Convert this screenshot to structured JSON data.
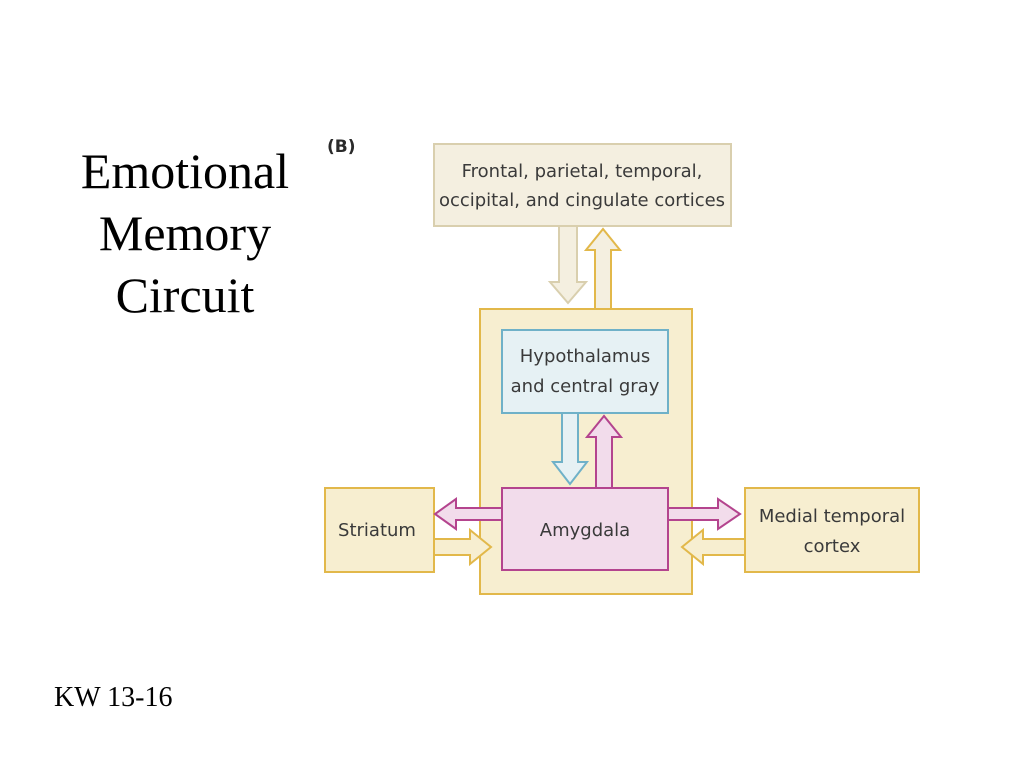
{
  "slide": {
    "title_lines": [
      "Emotional",
      "Memory",
      "Circuit"
    ],
    "panel_label": "(B)",
    "footer": "KW 13-16"
  },
  "diagram": {
    "cortices_line1": "Frontal, parietal, temporal,",
    "cortices_line2": "occipital, and cingulate cortices",
    "hypothalamus_line1": "Hypothalamus",
    "hypothalamus_line2": "and central gray",
    "amygdala": "Amygdala",
    "striatum": "Striatum",
    "medial_line1": "Medial temporal",
    "medial_line2": "cortex"
  },
  "colors": {
    "tan_fill": "#f7eed0",
    "tan_stroke": "#e2b84a",
    "cortex_fill": "#f4efe0",
    "cortex_stroke": "#d9cfae",
    "blue_fill": "#e6f1f4",
    "blue_stroke": "#6fb1c8",
    "pink_fill": "#f2dceb",
    "pink_stroke": "#b4448e"
  }
}
